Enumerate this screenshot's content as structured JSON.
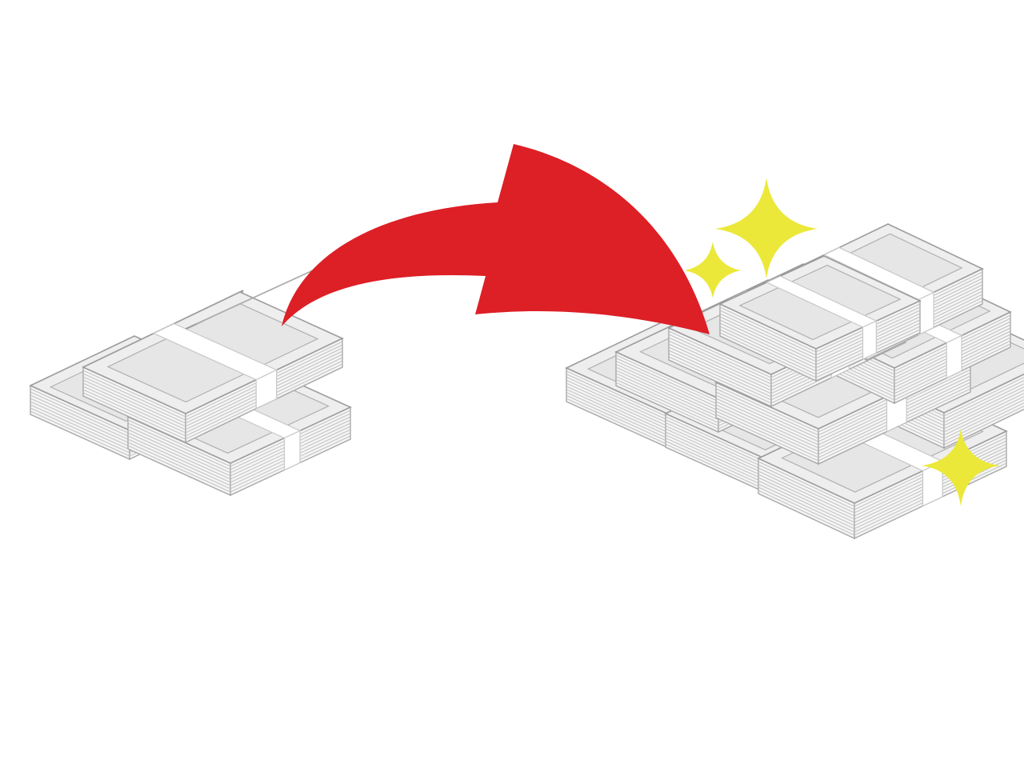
{
  "scene": {
    "background_color": "#ffffff",
    "left_stack": {
      "name": "small-money-stack"
    },
    "arrow": {
      "name": "growth-arrow",
      "color": "#dd1f26"
    },
    "right_stack": {
      "name": "large-money-stack"
    },
    "sparkles": {
      "count": 3,
      "color": "#ebe83a"
    },
    "money_colors": {
      "paper": "#eeeeee",
      "edge": "#a8a8a8",
      "band": "#ffffff"
    }
  }
}
